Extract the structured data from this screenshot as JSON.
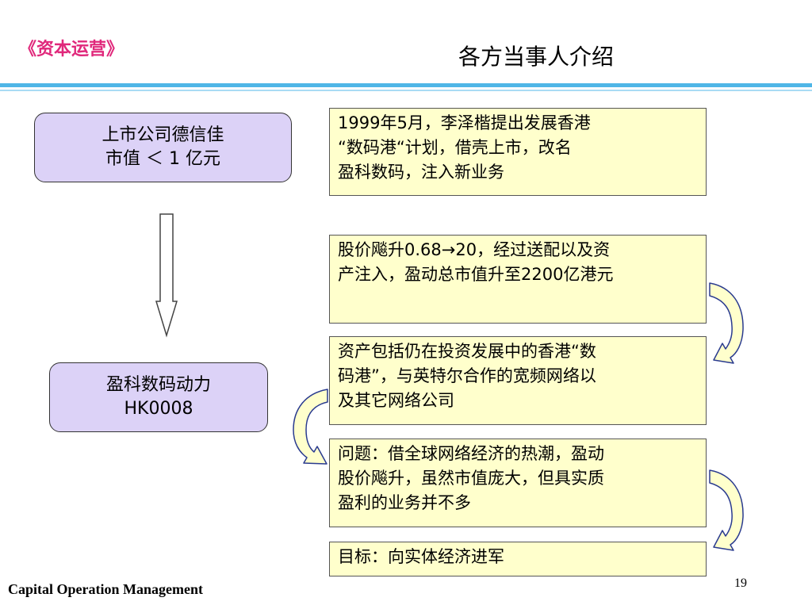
{
  "header": {
    "brand": "《资本运营》",
    "title": "各方当事人介绍"
  },
  "left": {
    "company_before": {
      "line1": "上市公司德信佳",
      "line2": "市值 ＜ 1 亿元"
    },
    "company_after": {
      "line1": "盈科数码动力",
      "line2": "HK0008"
    }
  },
  "notes": [
    {
      "lines": [
        "1999年5月，李泽楷提出发展香港",
        "“数码港“计划，借壳上市，改名",
        "盈科数码，注入新业务"
      ]
    },
    {
      "lines": [
        "股价飚升0.68→20，经过送配以及资",
        "产注入，盈动总市值升至2200亿港元"
      ]
    },
    {
      "lines": [
        "资产包括仍在投资发展中的香港“数",
        "码港”，与英特尔合作的宽频网络以",
        "及其它网络公司"
      ]
    },
    {
      "lines": [
        "问题：借全球网络经济的热潮，盈动",
        "股价飚升，虽然市值庞大，但具实质",
        "盈利的业务并不多"
      ]
    },
    {
      "lines": [
        "目标：向实体经济进军"
      ]
    }
  ],
  "footer": {
    "label": "Capital Operation Management",
    "page": "19"
  },
  "colors": {
    "brand": "#e0287b",
    "rule": "#4fb6e7",
    "company_fill": "#dcd2f7",
    "note_fill": "#ffffcc",
    "curve_fill": "#ffffcc",
    "curve_stroke": "#2a3b8f"
  },
  "icons": {
    "down_arrow": "down-arrow-icon",
    "curve_arrow": "curved-arrow-icon"
  }
}
